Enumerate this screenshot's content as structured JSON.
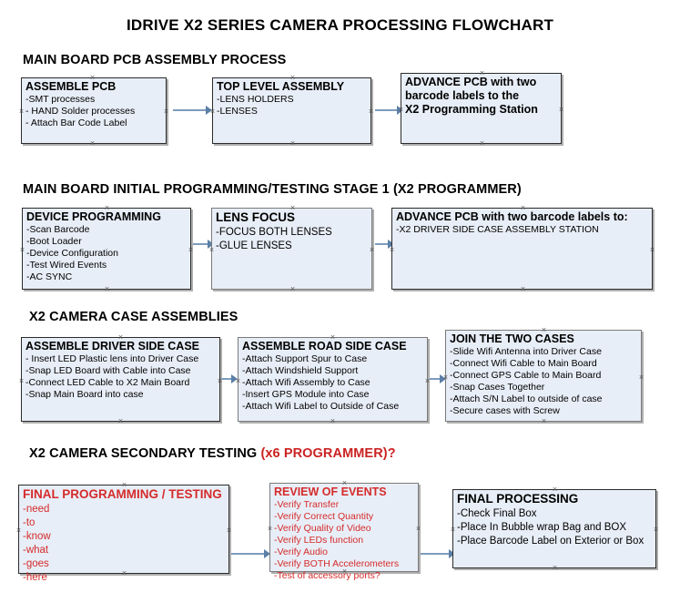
{
  "document": {
    "title": "IDRIVE X2  SERIES CAMERA PROCESSING FLOWCHART"
  },
  "sections": [
    {
      "id": "pcb-assembly",
      "label": "MAIN BOARD PCB ASSEMBLY PROCESS",
      "accent": ""
    },
    {
      "id": "initial-prog",
      "label": "MAIN BOARD INITIAL PROGRAMMING/TESTING STAGE 1 (X2 PROGRAMMER)",
      "accent": ""
    },
    {
      "id": "case-assemblies",
      "label": "X2 CAMERA CASE ASSEMBLIES",
      "accent": ""
    },
    {
      "id": "secondary-testing",
      "label": "X2 CAMERA SECONDARY TESTING ",
      "accent": "(x6 PROGRAMMER)?"
    }
  ],
  "boxes": {
    "assemble_pcb": {
      "head": "ASSEMBLE PCB",
      "lines": [
        " -SMT processes",
        "- HAND Solder processes",
        "- Attach Bar Code Label"
      ]
    },
    "top_level_assembly": {
      "head": "TOP LEVEL ASSEMBLY",
      "lines": [
        "-LENS HOLDERS",
        "-LENSES"
      ]
    },
    "advance_pcb_station": {
      "head": "ADVANCE PCB with two",
      "lines": [
        "barcode labels to the",
        " X2 Programming Station"
      ]
    },
    "device_programming": {
      "head": "DEVICE PROGRAMMING",
      "lines": [
        "-Scan Barcode",
        "-Boot Loader",
        "-Device Configuration",
        "-Test Wired Events",
        "-AC SYNC"
      ]
    },
    "lens_focus": {
      "head": "LENS FOCUS",
      "lines": [
        "-FOCUS BOTH LENSES",
        "-GLUE LENSES"
      ]
    },
    "advance_pcb_case": {
      "head": "ADVANCE PCB with two barcode labels to:",
      "lines": [
        "-X2 DRIVER  SIDE  CASE  ASSEMBLY STATION"
      ]
    },
    "assemble_driver_side": {
      "head": "ASSEMBLE DRIVER SIDE CASE",
      "lines": [
        "- Insert LED Plastic lens into Driver Case",
        "-Snap LED Board with Cable into Case",
        "-Connect LED Cable to X2 Main Board",
        "-Snap Main Board into case"
      ]
    },
    "assemble_road_side": {
      "head": "ASSEMBLE ROAD SIDE CASE",
      "lines": [
        "-Attach Support Spur to Case",
        "-Attach Windshield Support",
        "-Attach Wifi Assembly to Case",
        "-Insert GPS Module into Case",
        "-Attach Wifi Label to Outside of Case"
      ]
    },
    "join_two_cases": {
      "head": "JOIN THE TWO CASES",
      "lines": [
        "-Slide Wifi Antenna into Driver Case",
        "-Connect Wifi Cable to Main Board",
        "-Connect GPS Cable to Main Board",
        "-Snap Cases Together",
        "-Attach S/N Label to outside of case",
        "-Secure cases with Screw"
      ]
    },
    "final_programming": {
      "head": "FINAL PROGRAMMING / TESTING",
      "lines": [
        "-need",
        "-to",
        "-know",
        "-what",
        "-goes",
        "-here"
      ]
    },
    "review_of_events": {
      "head": "REVIEW OF EVENTS",
      "lines": [
        "-Verify Transfer",
        "-Verify Correct Quantity",
        "-Verify Quality of Video",
        "-Verify LEDs function",
        "-Verify Audio",
        "-Verify BOTH Accelerometers",
        "-Test of accessory ports?"
      ]
    },
    "final_processing": {
      "head": "FINAL PROCESSING",
      "lines": [
        " -Check Final Box",
        "-Place In Bubble wrap Bag and BOX",
        "-Place Barcode Label on Exterior or Box"
      ]
    }
  },
  "colors": {
    "box_fill": "#e8eef7",
    "box_border": "#2b2b2b",
    "connector": "#7d9cbd",
    "accent_red": "#d52b2b",
    "text": "#000000"
  }
}
